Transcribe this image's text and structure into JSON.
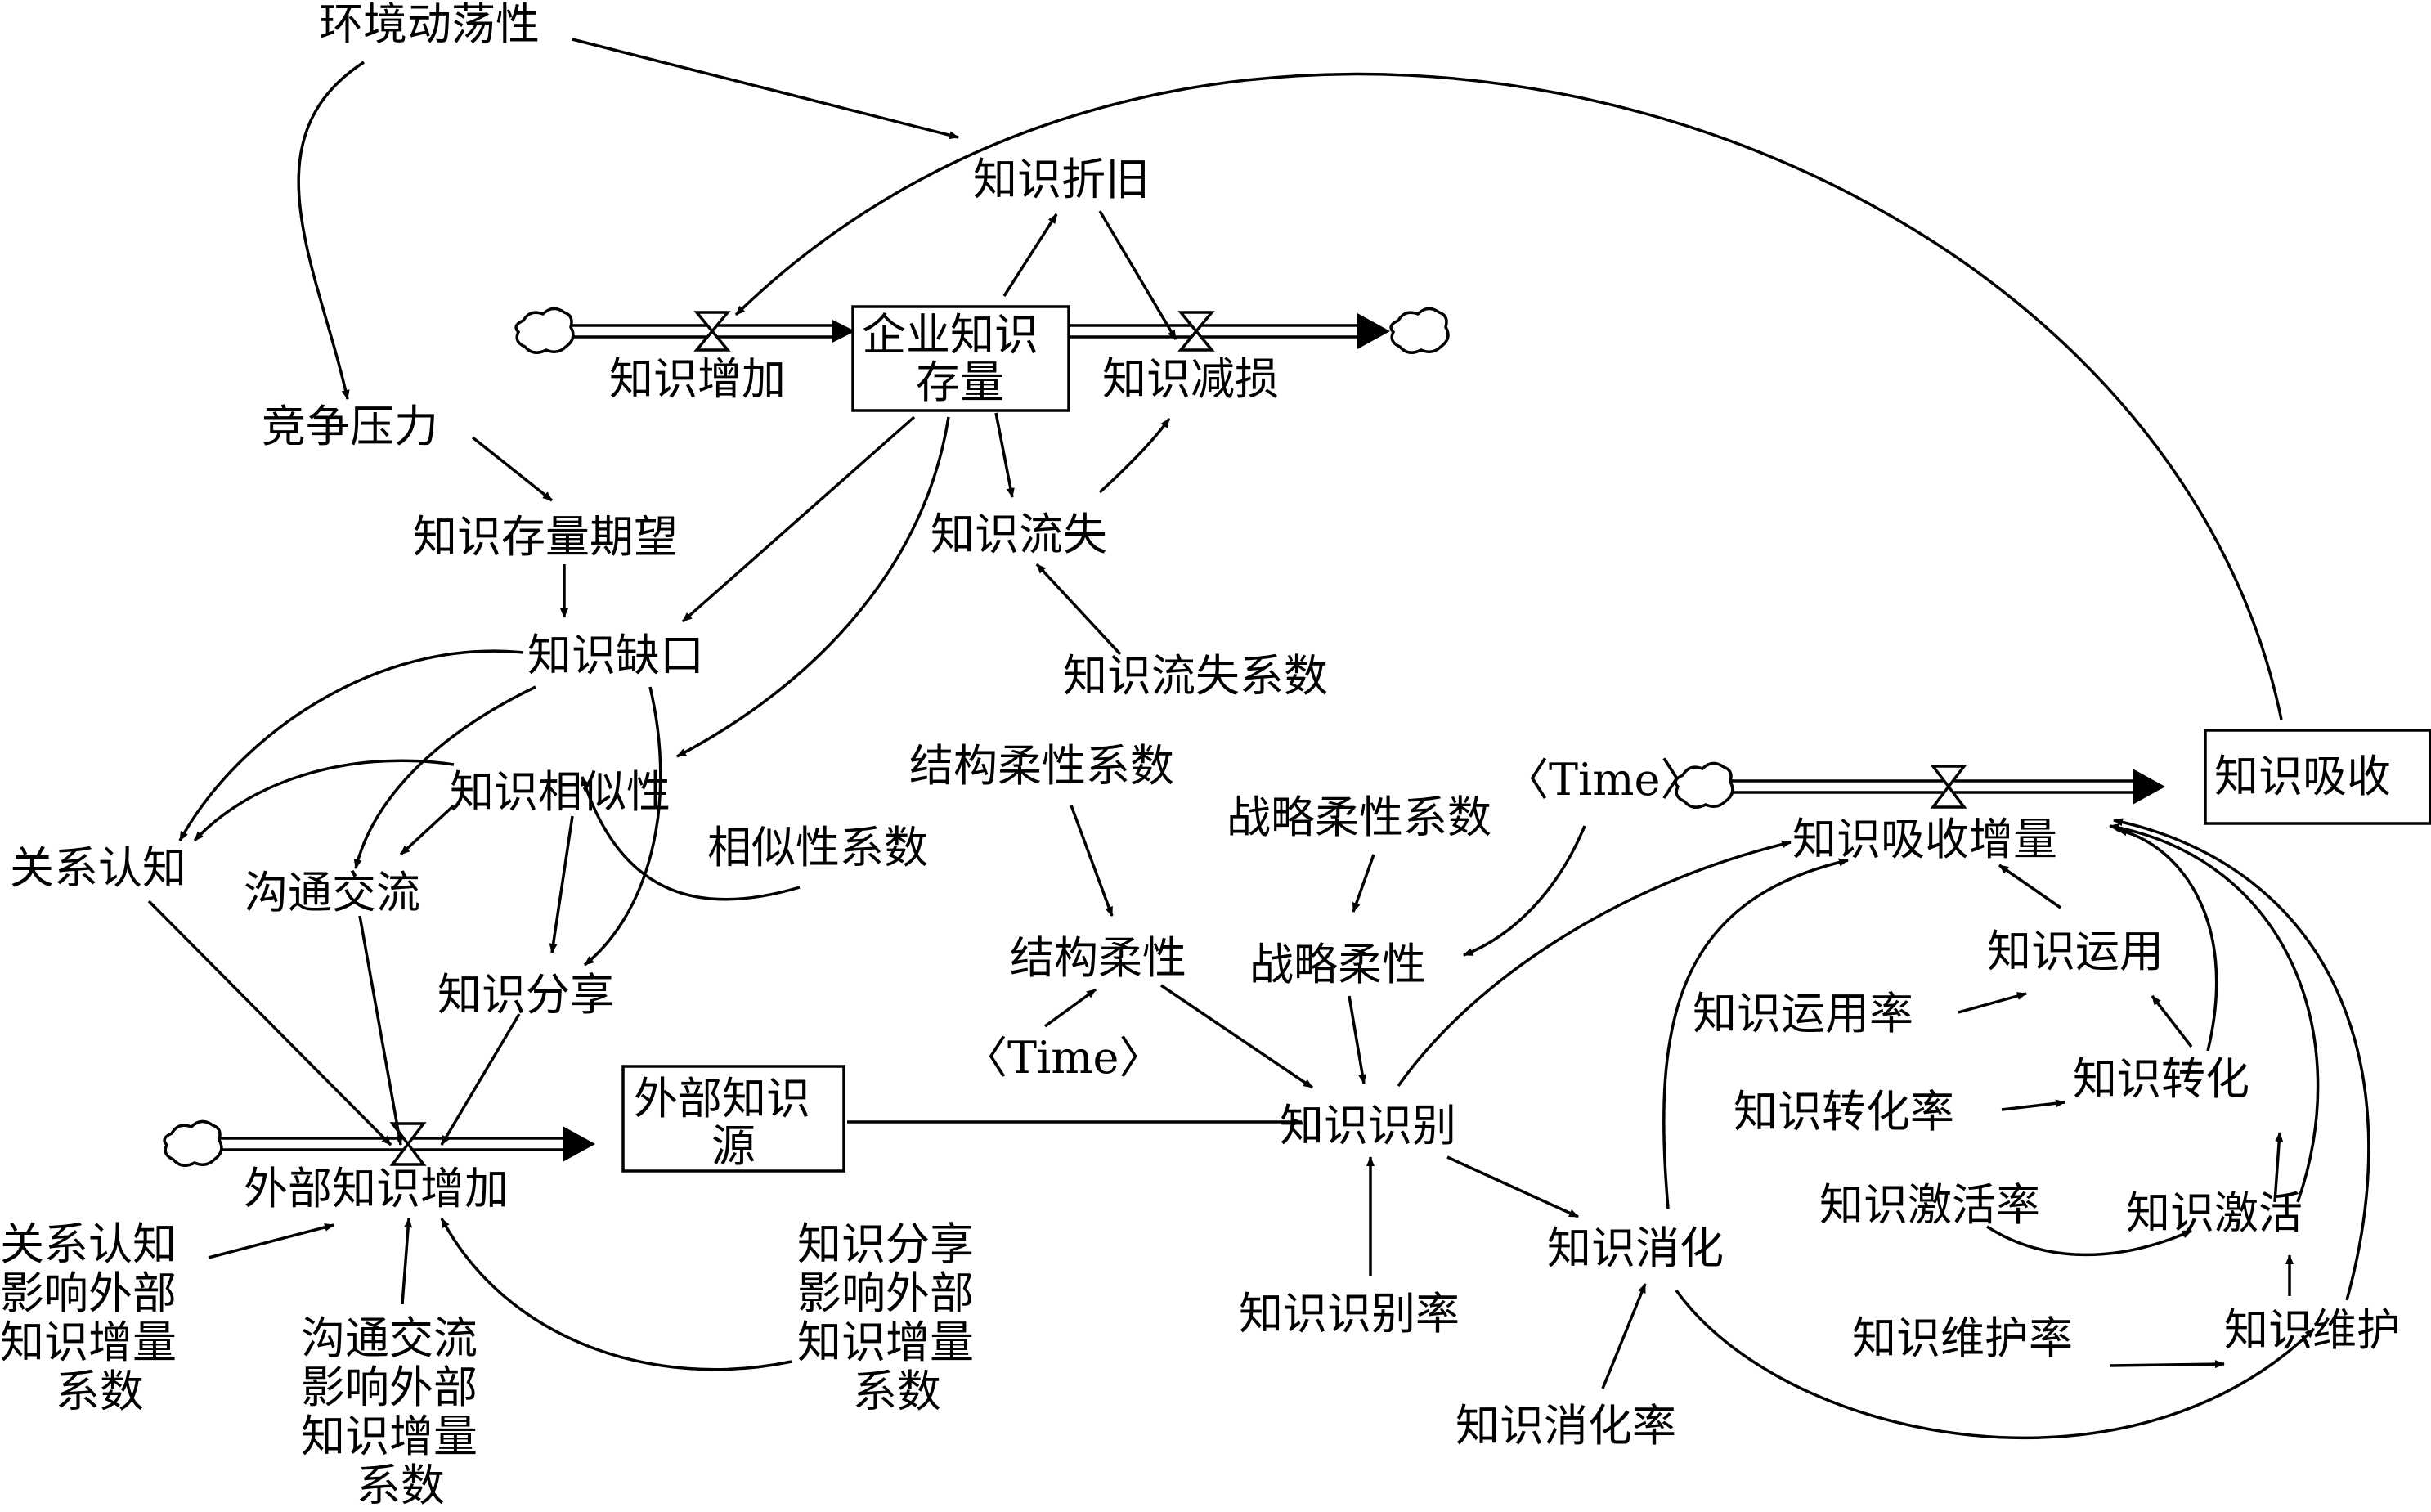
{
  "nodes": {
    "env_dynamics": "环境动荡性",
    "competition": "竞争压力",
    "expectation": "知识存量期望",
    "gap": "知识缺口",
    "relation": "关系认知",
    "communication": "沟通交流",
    "similarity": "知识相似性",
    "similarity_coef": "相似性系数",
    "sharing": "知识分享",
    "stock_line1": "企业知识",
    "stock_line2": "存量",
    "increase": "知识增加",
    "depreciation": "知识折旧",
    "decrease": "知识减损",
    "loss": "知识流失",
    "loss_coef": "知识流失系数",
    "ext_source_line1": "外部知识",
    "ext_source_line2": "源",
    "ext_increase": "外部知识增加",
    "rel_coef_lines": [
      "关系认知",
      "影响外部",
      "知识增量",
      "系数"
    ],
    "comm_coef_lines": [
      "沟通交流",
      "影响外部",
      "知识增量",
      "系数"
    ],
    "share_coef_lines": [
      "知识分享",
      "影响外部",
      "知识增量",
      "系数"
    ],
    "struct_flex_coef": "结构柔性系数",
    "struct_flex": "结构柔性",
    "time_left": "〈Time〉",
    "strat_flex_coef": "战略柔性系数",
    "strat_flex": "战略柔性",
    "time_right": "〈Time〉",
    "identification": "知识识别",
    "identification_rate": "知识识别率",
    "digestion": "知识消化",
    "digestion_rate": "知识消化率",
    "absorption": "知识吸收",
    "absorption_increase": "知识吸收增量",
    "application": "知识运用",
    "application_rate": "知识运用率",
    "transformation": "知识转化",
    "transformation_rate": "知识转化率",
    "activation": "知识激活",
    "activation_rate": "知识激活率",
    "maintenance": "知识维护",
    "maintenance_rate": "知识维护率"
  }
}
